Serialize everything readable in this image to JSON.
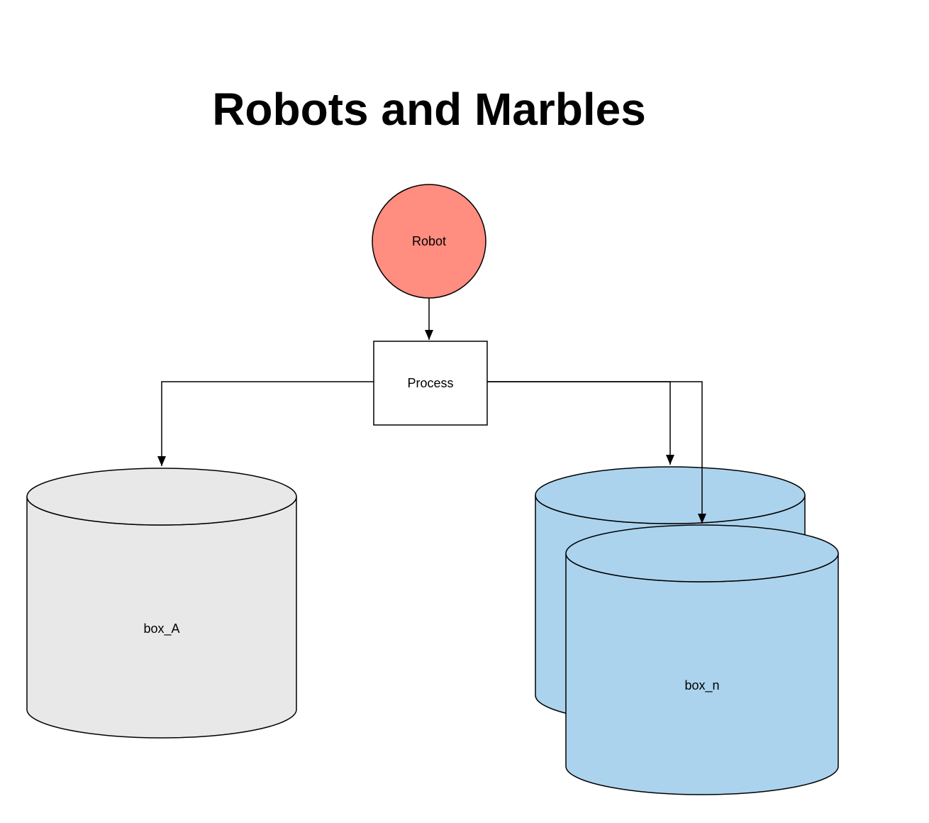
{
  "diagram": {
    "title": "Robots and Marbles",
    "nodes": {
      "robot": {
        "label": "Robot",
        "shape": "circle"
      },
      "process": {
        "label": "Process",
        "shape": "rectangle"
      },
      "box_a": {
        "label": "box_A",
        "shape": "cylinder"
      },
      "box_n": {
        "label": "box_n",
        "shape": "cylinder-stack"
      }
    },
    "edges": [
      {
        "from": "Robot",
        "to": "Process"
      },
      {
        "from": "Process",
        "to": "box_A"
      },
      {
        "from": "Process",
        "to": "box_n back cylinder"
      },
      {
        "from": "Process",
        "to": "box_n front cylinder"
      }
    ],
    "colors": {
      "robot_fill": "#ff8d80",
      "process_fill": "#ffffff",
      "box_a_fill": "#e8e8e8",
      "box_n_fill": "#abd3ee",
      "stroke": "#000000",
      "background": "#ffffff"
    }
  }
}
